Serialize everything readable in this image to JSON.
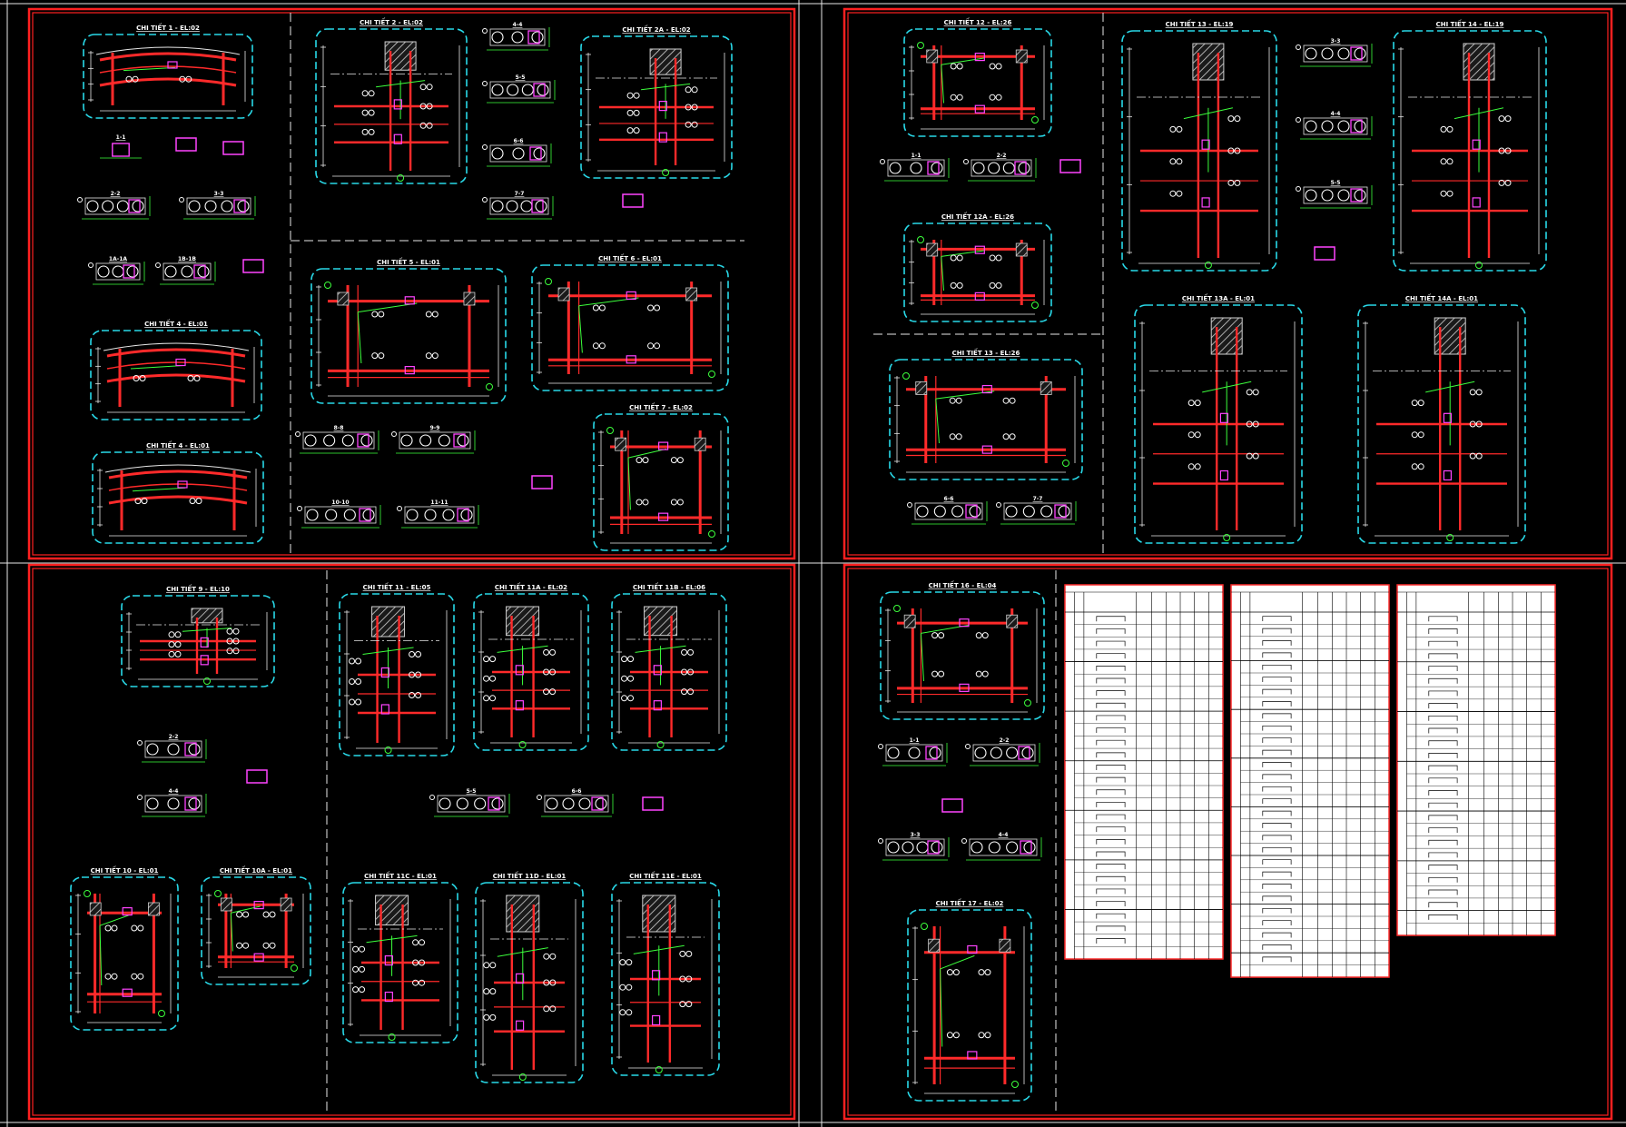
{
  "colors": {
    "background": "#000000",
    "sheet_border": "#ff2020",
    "outline": "#29d9e8",
    "rebar": "#ff2a2a",
    "stirrup": "#ff44ff",
    "grid_line": "#e8e8e8",
    "dimension": "#3cff3c",
    "text": "#ffffff",
    "hatch": "#cfcfcf",
    "table_bg": "#ffffff",
    "table_line": "#000000"
  },
  "sheets": [
    {
      "id": "sheet-1",
      "details": [
        {
          "title": "CHI TIẾT 1 - EL:02",
          "kind": "arc"
        },
        {
          "title": "CHI TIẾT 2 - EL:02",
          "kind": "column"
        },
        {
          "title": "CHI TIẾT 2A - EL:02",
          "kind": "column"
        },
        {
          "title": "CHI TIẾT 5 - EL:01",
          "kind": "frame"
        },
        {
          "title": "CHI TIẾT 6 - EL:01",
          "kind": "frame"
        },
        {
          "title": "CHI TIẾT 7 - EL:02",
          "kind": "frame"
        },
        {
          "title": "CHI TIẾT 4 - EL:01",
          "kind": "arc"
        }
      ],
      "sections": [
        "1-1",
        "2-2",
        "3-3",
        "1A-1A",
        "1B-1B",
        "4-4",
        "5-5",
        "6-6",
        "7-7",
        "8-8",
        "9-9",
        "10-10",
        "11-11"
      ]
    },
    {
      "id": "sheet-2",
      "details": [
        {
          "title": "CHI TIẾT 12 - EL:26",
          "kind": "frame"
        },
        {
          "title": "CHI TIẾT 12A - EL:26",
          "kind": "frame"
        },
        {
          "title": "CHI TIẾT 13 - EL:26",
          "kind": "frame"
        },
        {
          "title": "CHI TIẾT 13 - EL:19",
          "kind": "column"
        },
        {
          "title": "CHI TIẾT 14 - EL:19",
          "kind": "column"
        },
        {
          "title": "CHI TIẾT 13A - EL:01",
          "kind": "column"
        },
        {
          "title": "CHI TIẾT 14A - EL:01",
          "kind": "column"
        }
      ],
      "sections": [
        "1-1",
        "2-2",
        "3-3",
        "4-4",
        "5-5",
        "6-6",
        "7-7"
      ]
    },
    {
      "id": "sheet-3",
      "details": [
        {
          "title": "CHI TIẾT 9 - EL:10",
          "kind": "column"
        },
        {
          "title": "CHI TIẾT 11 - EL:05",
          "kind": "wall"
        },
        {
          "title": "CHI TIẾT 11A - EL:02",
          "kind": "wall"
        },
        {
          "title": "CHI TIẾT 11B - EL:06",
          "kind": "wall"
        },
        {
          "title": "CHI TIẾT 10 - EL:01",
          "kind": "frame"
        },
        {
          "title": "CHI TIẾT 10A - EL:01",
          "kind": "frame"
        },
        {
          "title": "CHI TIẾT 11C - EL:01",
          "kind": "wall"
        },
        {
          "title": "CHI TIẾT 11D - EL:01",
          "kind": "wall"
        },
        {
          "title": "CHI TIẾT 11E - EL:01",
          "kind": "wall"
        }
      ],
      "sections": [
        "2-2",
        "4-4",
        "5-5",
        "6-6"
      ]
    },
    {
      "id": "sheet-4",
      "details": [
        {
          "title": "CHI TIẾT 16 - EL:04",
          "kind": "frame"
        },
        {
          "title": "CHI TIẾT 17 - EL:02",
          "kind": "frame"
        }
      ],
      "sections": [
        "1-1",
        "2-2",
        "3-3",
        "4-4"
      ],
      "tables": [
        {
          "rows": 28,
          "cols": 8
        },
        {
          "rows": 30,
          "cols": 8
        },
        {
          "rows": 26,
          "cols": 8
        }
      ]
    }
  ]
}
